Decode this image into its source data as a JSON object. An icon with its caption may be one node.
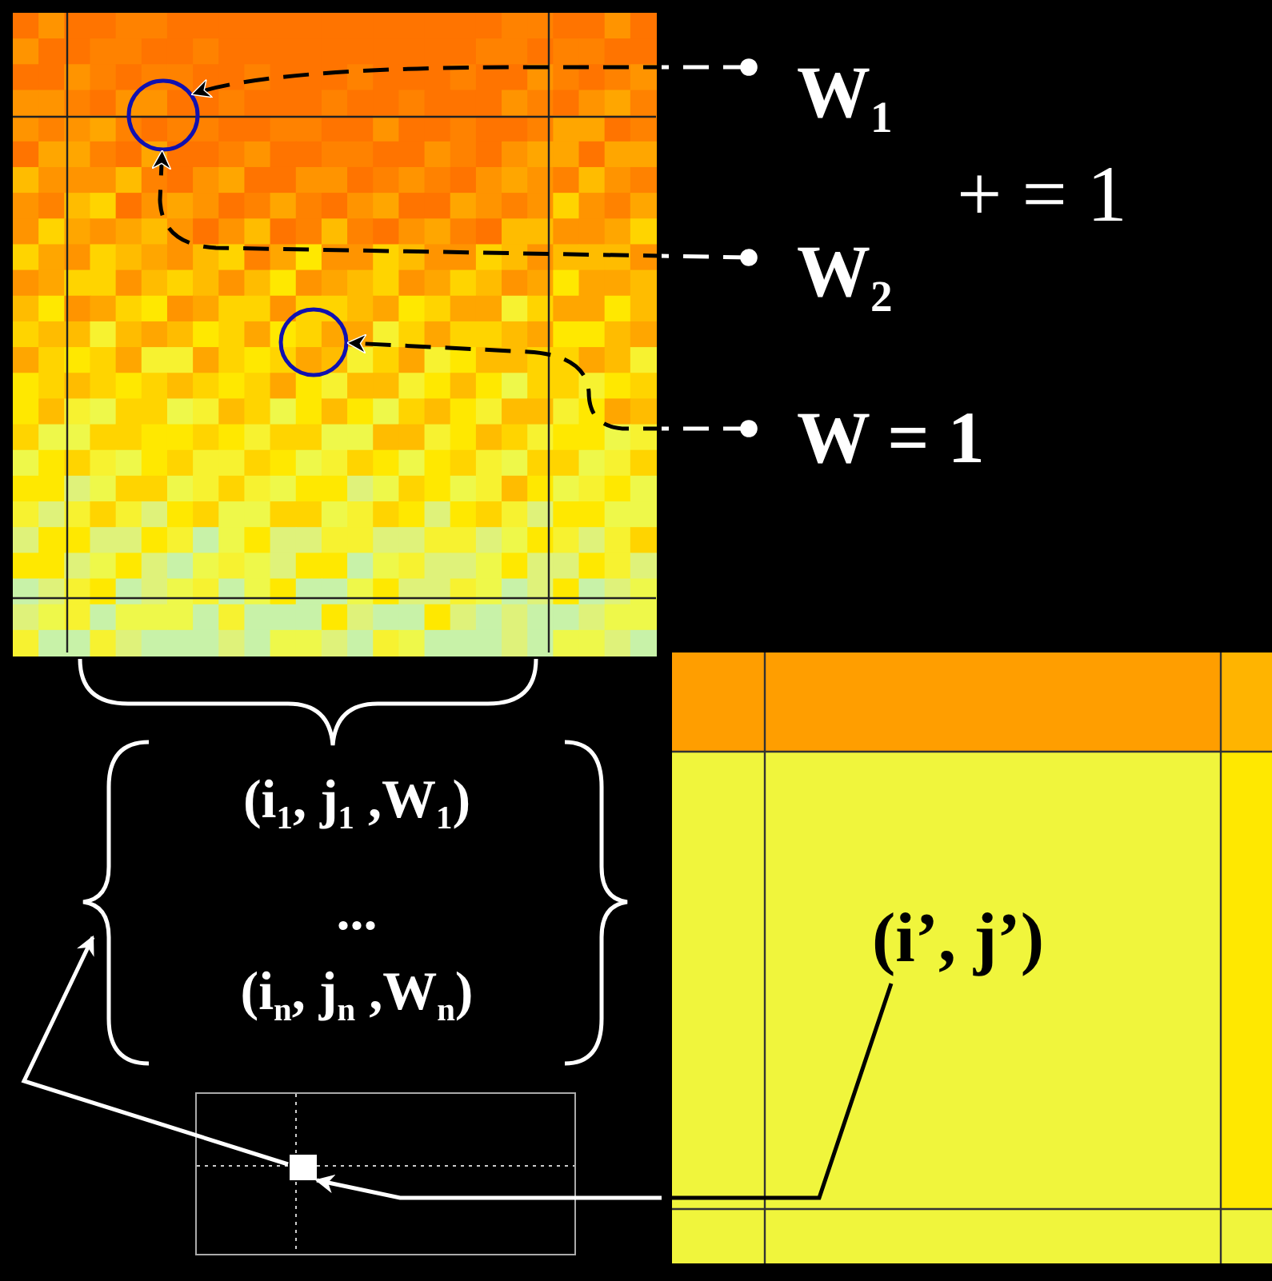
{
  "diagram": {
    "nodes": [
      {
        "text": [],
        "shape": "picture"
      },
      {
        "text": [],
        "shape": "circle",
        "in": 0
      },
      {
        "text": [],
        "shape": "circle",
        "in": 0
      },
      {
        "text": [
          "W$_{1}$"
        ]
      },
      {
        "text": [
          "W$_{2}$"
        ]
      },
      {
        "text": [
          "W = 1"
        ]
      },
      {
        "text": [
          "(i$_{1}$, j$_{1}$ ,W$_{1}$)",
          "...",
          "(i$_{n}$, j$_{n}$ ,W$_{n}$)"
        ]
      },
      {
        "text": [],
        "shape": "box"
      },
      {
        "text": [],
        "shape": "box",
        "in": 7
      },
      {
        "text": [],
        "shape": "picture"
      },
      {
        "text": [
          "(i’, j’)"
        ],
        "in": 9
      }
    ],
    "edges": [
      {
        "from": 3,
        "to": 1,
        "arrow": "to",
        "style": "dashed"
      },
      {
        "from": 4,
        "to": 1,
        "arrow": "to",
        "style": "dashed"
      },
      {
        "from": 5,
        "to": 2,
        "arrow": "to",
        "style": "dashed"
      },
      {
        "from": 8,
        "to": 6,
        "arrow": "to"
      },
      {
        "from": 10,
        "to": 8,
        "arrow": "to"
      }
    ],
    "labels": [
      "+ = 1"
    ]
  }
}
